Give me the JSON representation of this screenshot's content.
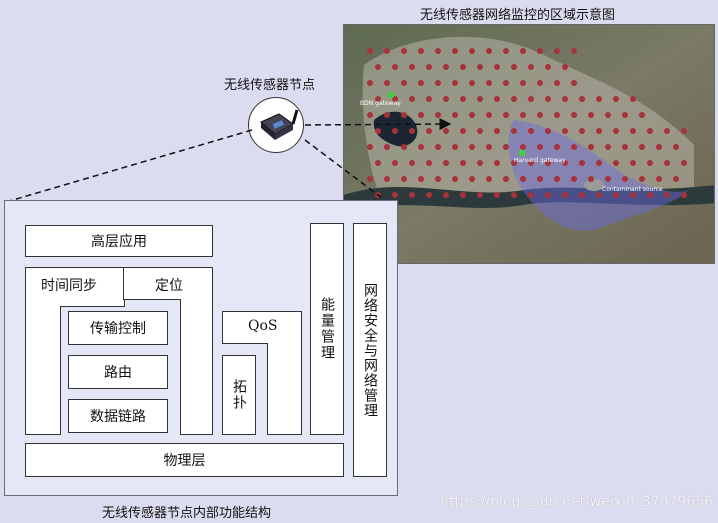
{
  "map": {
    "title": "无线传感器网络监控的区域示意图",
    "labels": {
      "gateway1": "BDN gateway",
      "gateway2": "Harvard gateway",
      "source": "Contaminant source"
    }
  },
  "node": {
    "title": "无线传感器节点",
    "icon": "sensor-node-device-icon"
  },
  "panel": {
    "caption": "无线传感器节点内部功能结构",
    "boxes": {
      "high_level_app": "高层应用",
      "time_sync": "时间同步",
      "positioning": "定位",
      "transport_control": "传输控制",
      "routing": "路由",
      "data_link": "数据链路",
      "qos": "QoS",
      "topology": "拓扑",
      "energy_mgmt": "能量管理",
      "network_security": "网络安全与网络管理",
      "physical_layer": "物理层"
    }
  },
  "watermark": "https://blog.csdn.net/weixin_37079656",
  "colors": {
    "background": "#dcdcf0",
    "panel": "#e4e8f6",
    "sensor_dot": "#a8323a",
    "gateway": "#44cc44",
    "plume": "#6a6ae6"
  }
}
